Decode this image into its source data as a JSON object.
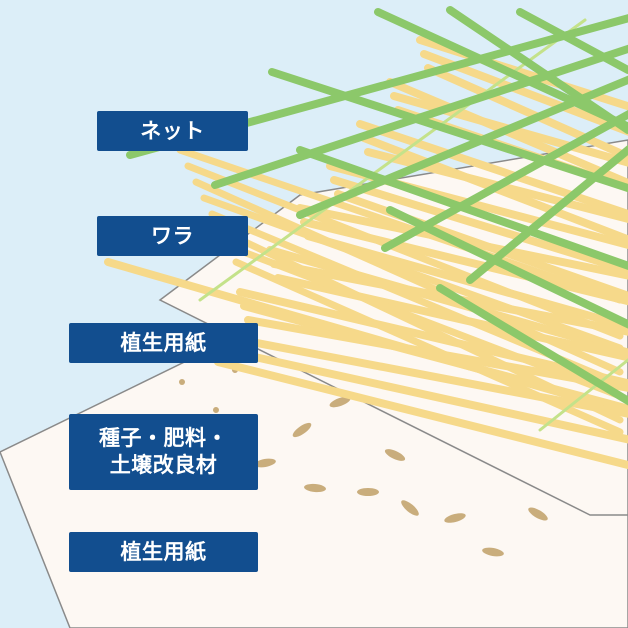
{
  "labels": {
    "net": "ネット",
    "straw": "ワラ",
    "paper_top": "植生用紙",
    "seeds_line1": "種子・肥料・",
    "seeds_line2": "土壌改良材",
    "paper_bottom": "植生用紙"
  },
  "colors": {
    "sky": "#dceef8",
    "paper": "#fdf8f3",
    "paper_edge": "#8a8a8a",
    "straw": "#f6d98a",
    "net": "#8cc86a",
    "net_light": "#c4e28a",
    "seed": "#c9ad7c",
    "label_bg": "#124e8f",
    "label_text": "#ffffff"
  }
}
